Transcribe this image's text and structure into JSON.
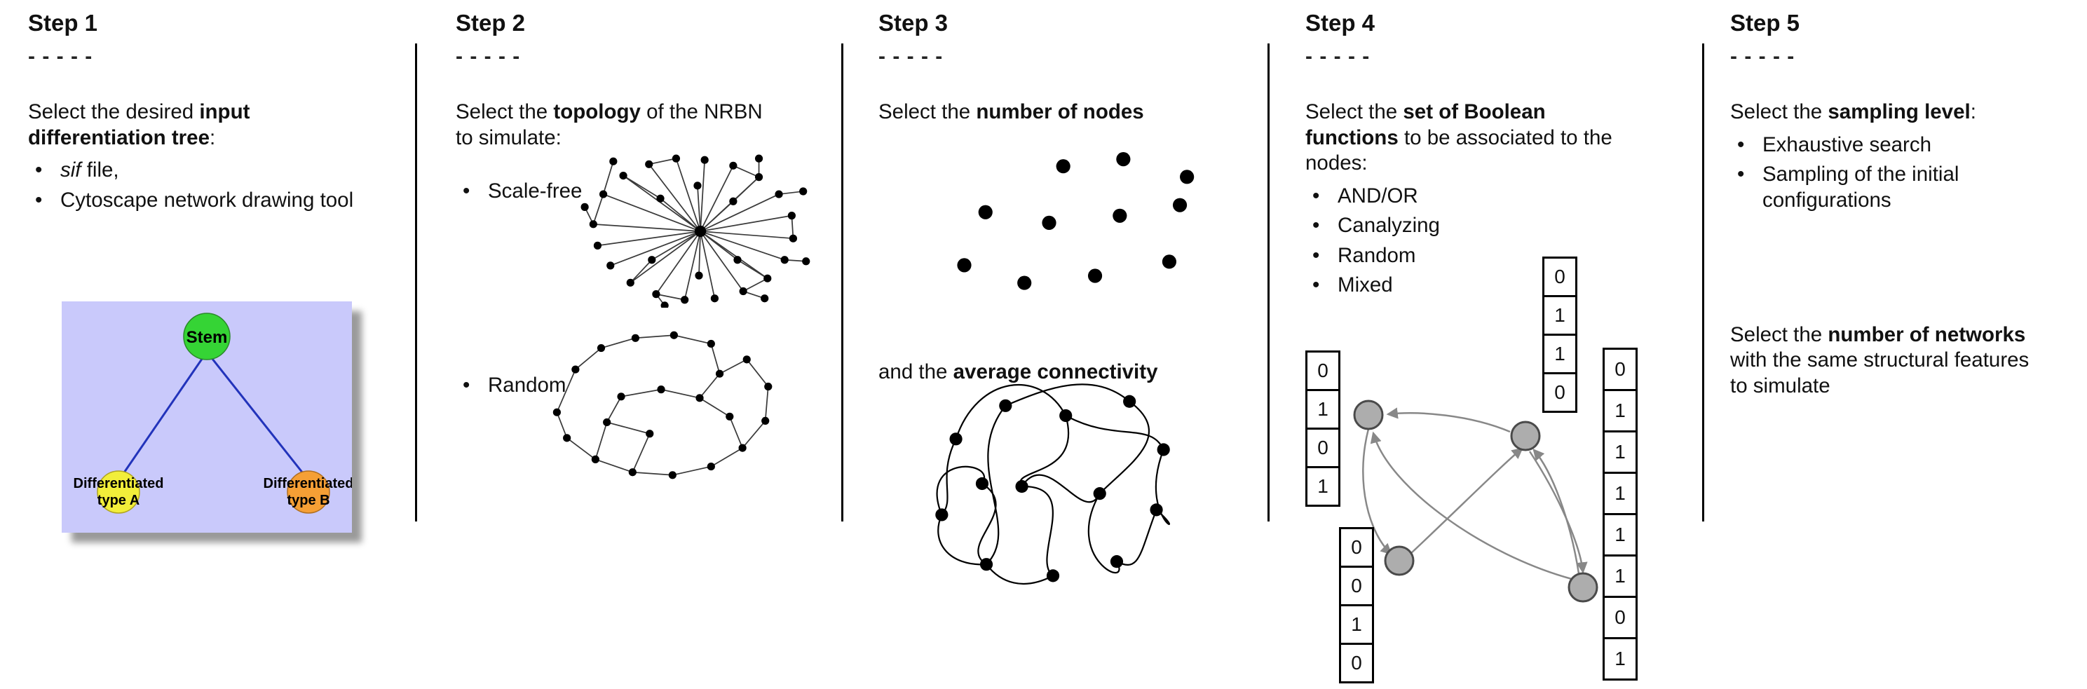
{
  "steps": [
    {
      "title": "Step 1",
      "dashes": "- - - - -",
      "heading": {
        "pre": "Select the desired ",
        "bold": "input differentiation tree",
        "post": ":"
      },
      "bullets": [
        {
          "italic": "sif",
          "text": " file,"
        },
        {
          "italic": "",
          "text": "Cytoscape network drawing tool"
        }
      ],
      "tree": {
        "background": "#c9c9fb",
        "edge_color": "#2233bb",
        "nodes": [
          {
            "label_lines": [
              "Stem"
            ],
            "color": "#35d435"
          },
          {
            "label_lines": [
              "Differentiated",
              "type A"
            ],
            "color": "#f2ee3a"
          },
          {
            "label_lines": [
              "Differentiated",
              "type B"
            ],
            "color": "#f59f35"
          }
        ]
      }
    },
    {
      "title": "Step 2",
      "dashes": "- - - - -",
      "heading": {
        "pre": "Select the ",
        "bold": "topology",
        "post": " of the NRBN to simulate:"
      },
      "bullets": [
        {
          "italic": "",
          "text": "Scale-free"
        },
        {
          "italic": "",
          "text": "Random"
        }
      ]
    },
    {
      "title": "Step 3",
      "dashes": "- - - - -",
      "heading": {
        "pre": "Select the ",
        "bold": "number of nodes",
        "post": ""
      },
      "subheading": {
        "pre": "and the ",
        "bold": "average connectivity",
        "post": ""
      }
    },
    {
      "title": "Step 4",
      "dashes": "- - - - -",
      "heading": {
        "pre": "Select the ",
        "bold": "set of Boolean functions",
        "post": " to be associated to the nodes:"
      },
      "bullets": [
        {
          "italic": "",
          "text": "AND/OR"
        },
        {
          "italic": "",
          "text": "Canalyzing"
        },
        {
          "italic": "",
          "text": "Random"
        },
        {
          "italic": "",
          "text": "Mixed"
        }
      ],
      "truth_tables": {
        "left": [
          "0",
          "1",
          "0",
          "1"
        ],
        "bottom_left": [
          "0",
          "0",
          "1",
          "0"
        ],
        "top": [
          "0",
          "1",
          "1",
          "0"
        ],
        "right": [
          "0",
          "1",
          "1",
          "1",
          "1",
          "1",
          "0",
          "1"
        ]
      }
    },
    {
      "title": "Step 5",
      "dashes": "- - - - -",
      "heading": {
        "pre": "Select the ",
        "bold": "sampling level",
        "post": ":"
      },
      "bullets": [
        {
          "italic": "",
          "text": "Exhaustive search"
        },
        {
          "italic": "",
          "text": "Sampling of the initial configurations"
        }
      ],
      "paragraph2": {
        "pre": "Select the ",
        "bold": "number of networks",
        "post": " with the same structural features to simulate"
      }
    }
  ]
}
